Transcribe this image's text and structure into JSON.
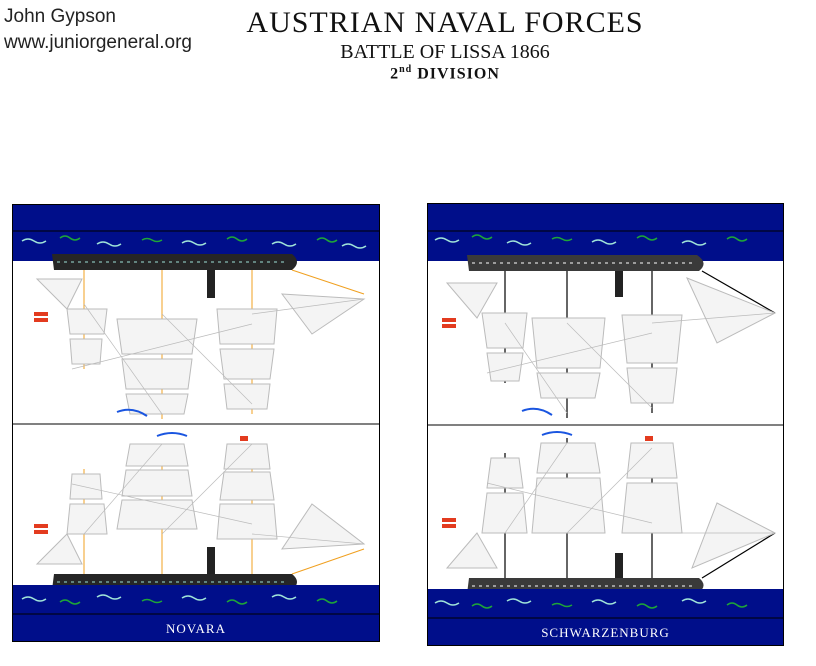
{
  "credit": {
    "author": "John Gypson",
    "website": "www.juniorgeneral.org"
  },
  "heading": {
    "title": "AUSTRIAN NAVAL FORCES",
    "subtitle": "BATTLE OF LISSA 1866",
    "division_number": "2",
    "division_suffix": "nd",
    "division_word": "DIVISION"
  },
  "ships": [
    {
      "name": "NOVARA"
    },
    {
      "name": "SCHWARZENBURG"
    }
  ],
  "colors": {
    "sea": "#000e8a",
    "wave_light": "#9fe3d8",
    "wave_green": "#1ea538",
    "hull": "#262626",
    "flag_red": "#e33b1f",
    "rigging_orange": "#f0a020",
    "pennant_blue": "#1a55e0"
  }
}
